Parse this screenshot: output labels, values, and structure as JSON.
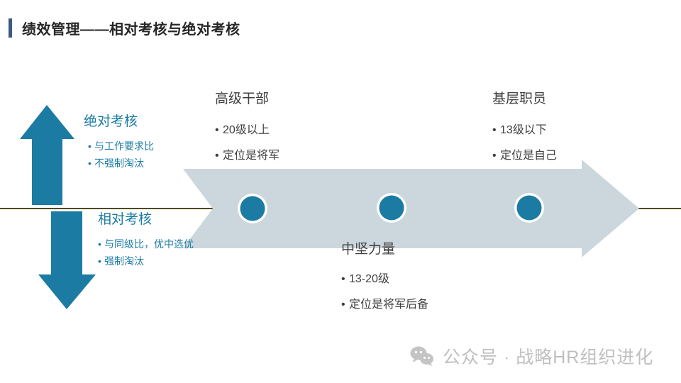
{
  "slide": {
    "title": "绩效管理——相对考核与绝对考核",
    "accent_color": "#3b5a80",
    "teal_color": "#1b7ba3",
    "arrow_fill": "#ccd6dd",
    "divider_color": "#4c4b1e",
    "body_text_color": "#404040"
  },
  "left_groups": [
    {
      "title": "绝对考核",
      "bullets": [
        "与工作要求比",
        "不强制淘汰"
      ]
    },
    {
      "title": "相对考核",
      "bullets": [
        "与同级比，优中选优",
        "强制淘汰"
      ]
    }
  ],
  "callouts": [
    {
      "title": "高级干部",
      "bullets": [
        "20级以上",
        "定位是将军"
      ]
    },
    {
      "title": "基层职员",
      "bullets": [
        "13级以下",
        "定位是自己"
      ]
    },
    {
      "title": "中坚力量",
      "bullets": [
        "13-20级",
        "定位是将军后备"
      ]
    }
  ],
  "arrow_nodes": [
    {
      "label": ""
    },
    {
      "label": ""
    },
    {
      "label": ""
    }
  ],
  "watermark": {
    "icon": "wechat-icon",
    "text": "公众号 · 战略HR组织进化"
  },
  "bullet_marker": "•"
}
